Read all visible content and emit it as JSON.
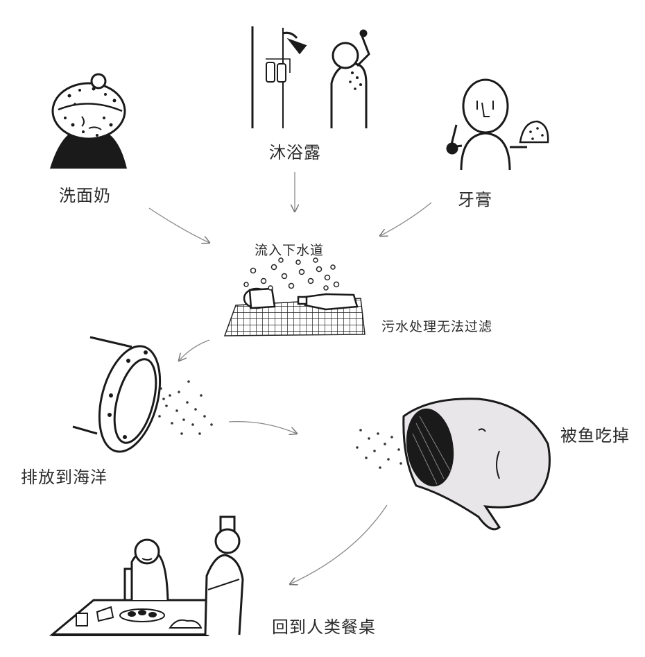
{
  "nodes": {
    "face_wash": "洗面奶",
    "body_wash": "沐浴露",
    "toothpaste": "牙膏",
    "drain": "流入下水道",
    "filter_fail": "污水处理无法过滤",
    "ocean": "排放到海洋",
    "fish": "被鱼吃掉",
    "table": "回到人类餐桌"
  },
  "colors": {
    "ink": "#1a1a1a",
    "fish_body": "#e9e6ea",
    "arrow": "#888888"
  }
}
